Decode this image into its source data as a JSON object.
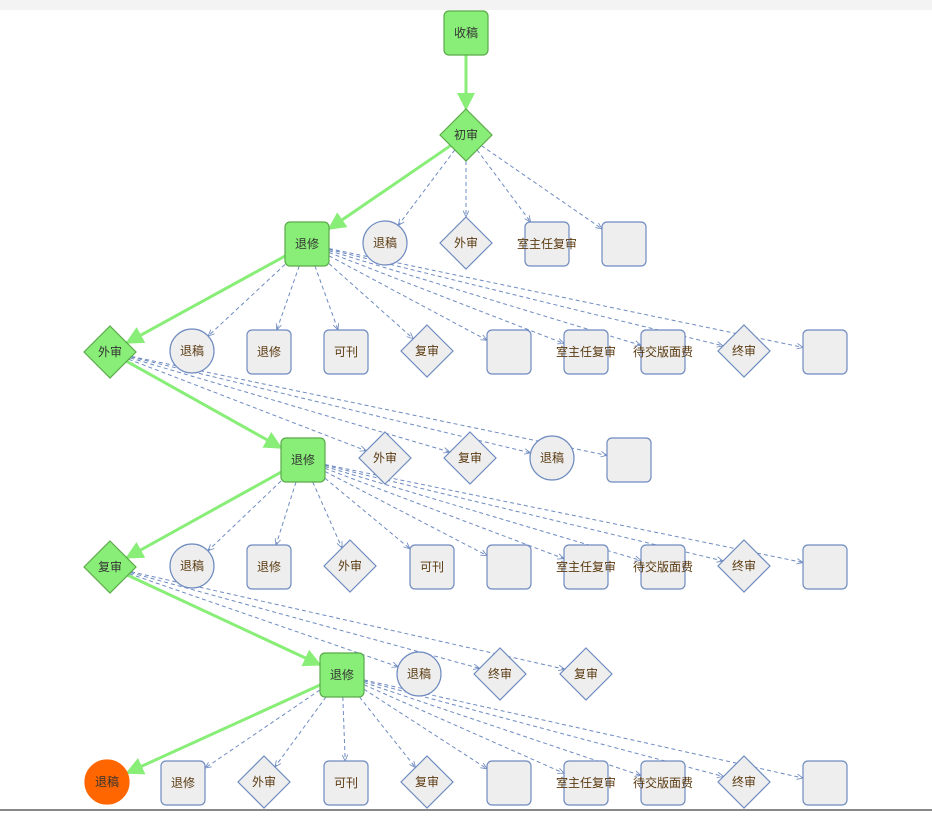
{
  "colors": {
    "active_fill": "#88ee77",
    "active_stroke": "#5aaa4a",
    "inactive_fill": "#eeeeee",
    "inactive_stroke": "#6f8bc0",
    "end_fill": "#ff6600",
    "main_edge": "#88ee77",
    "branch_edge": "#6f8bc0"
  },
  "labels": {
    "receive": "收稿",
    "initial_review": "初审",
    "external_review": "外审",
    "re_review": "复审",
    "final_review": "终审",
    "return_revise": "退修",
    "reject": "退稿",
    "publishable": "可刊",
    "director_re_review": "室主任复审",
    "pending_layout_fee": "待交版面费"
  }
}
